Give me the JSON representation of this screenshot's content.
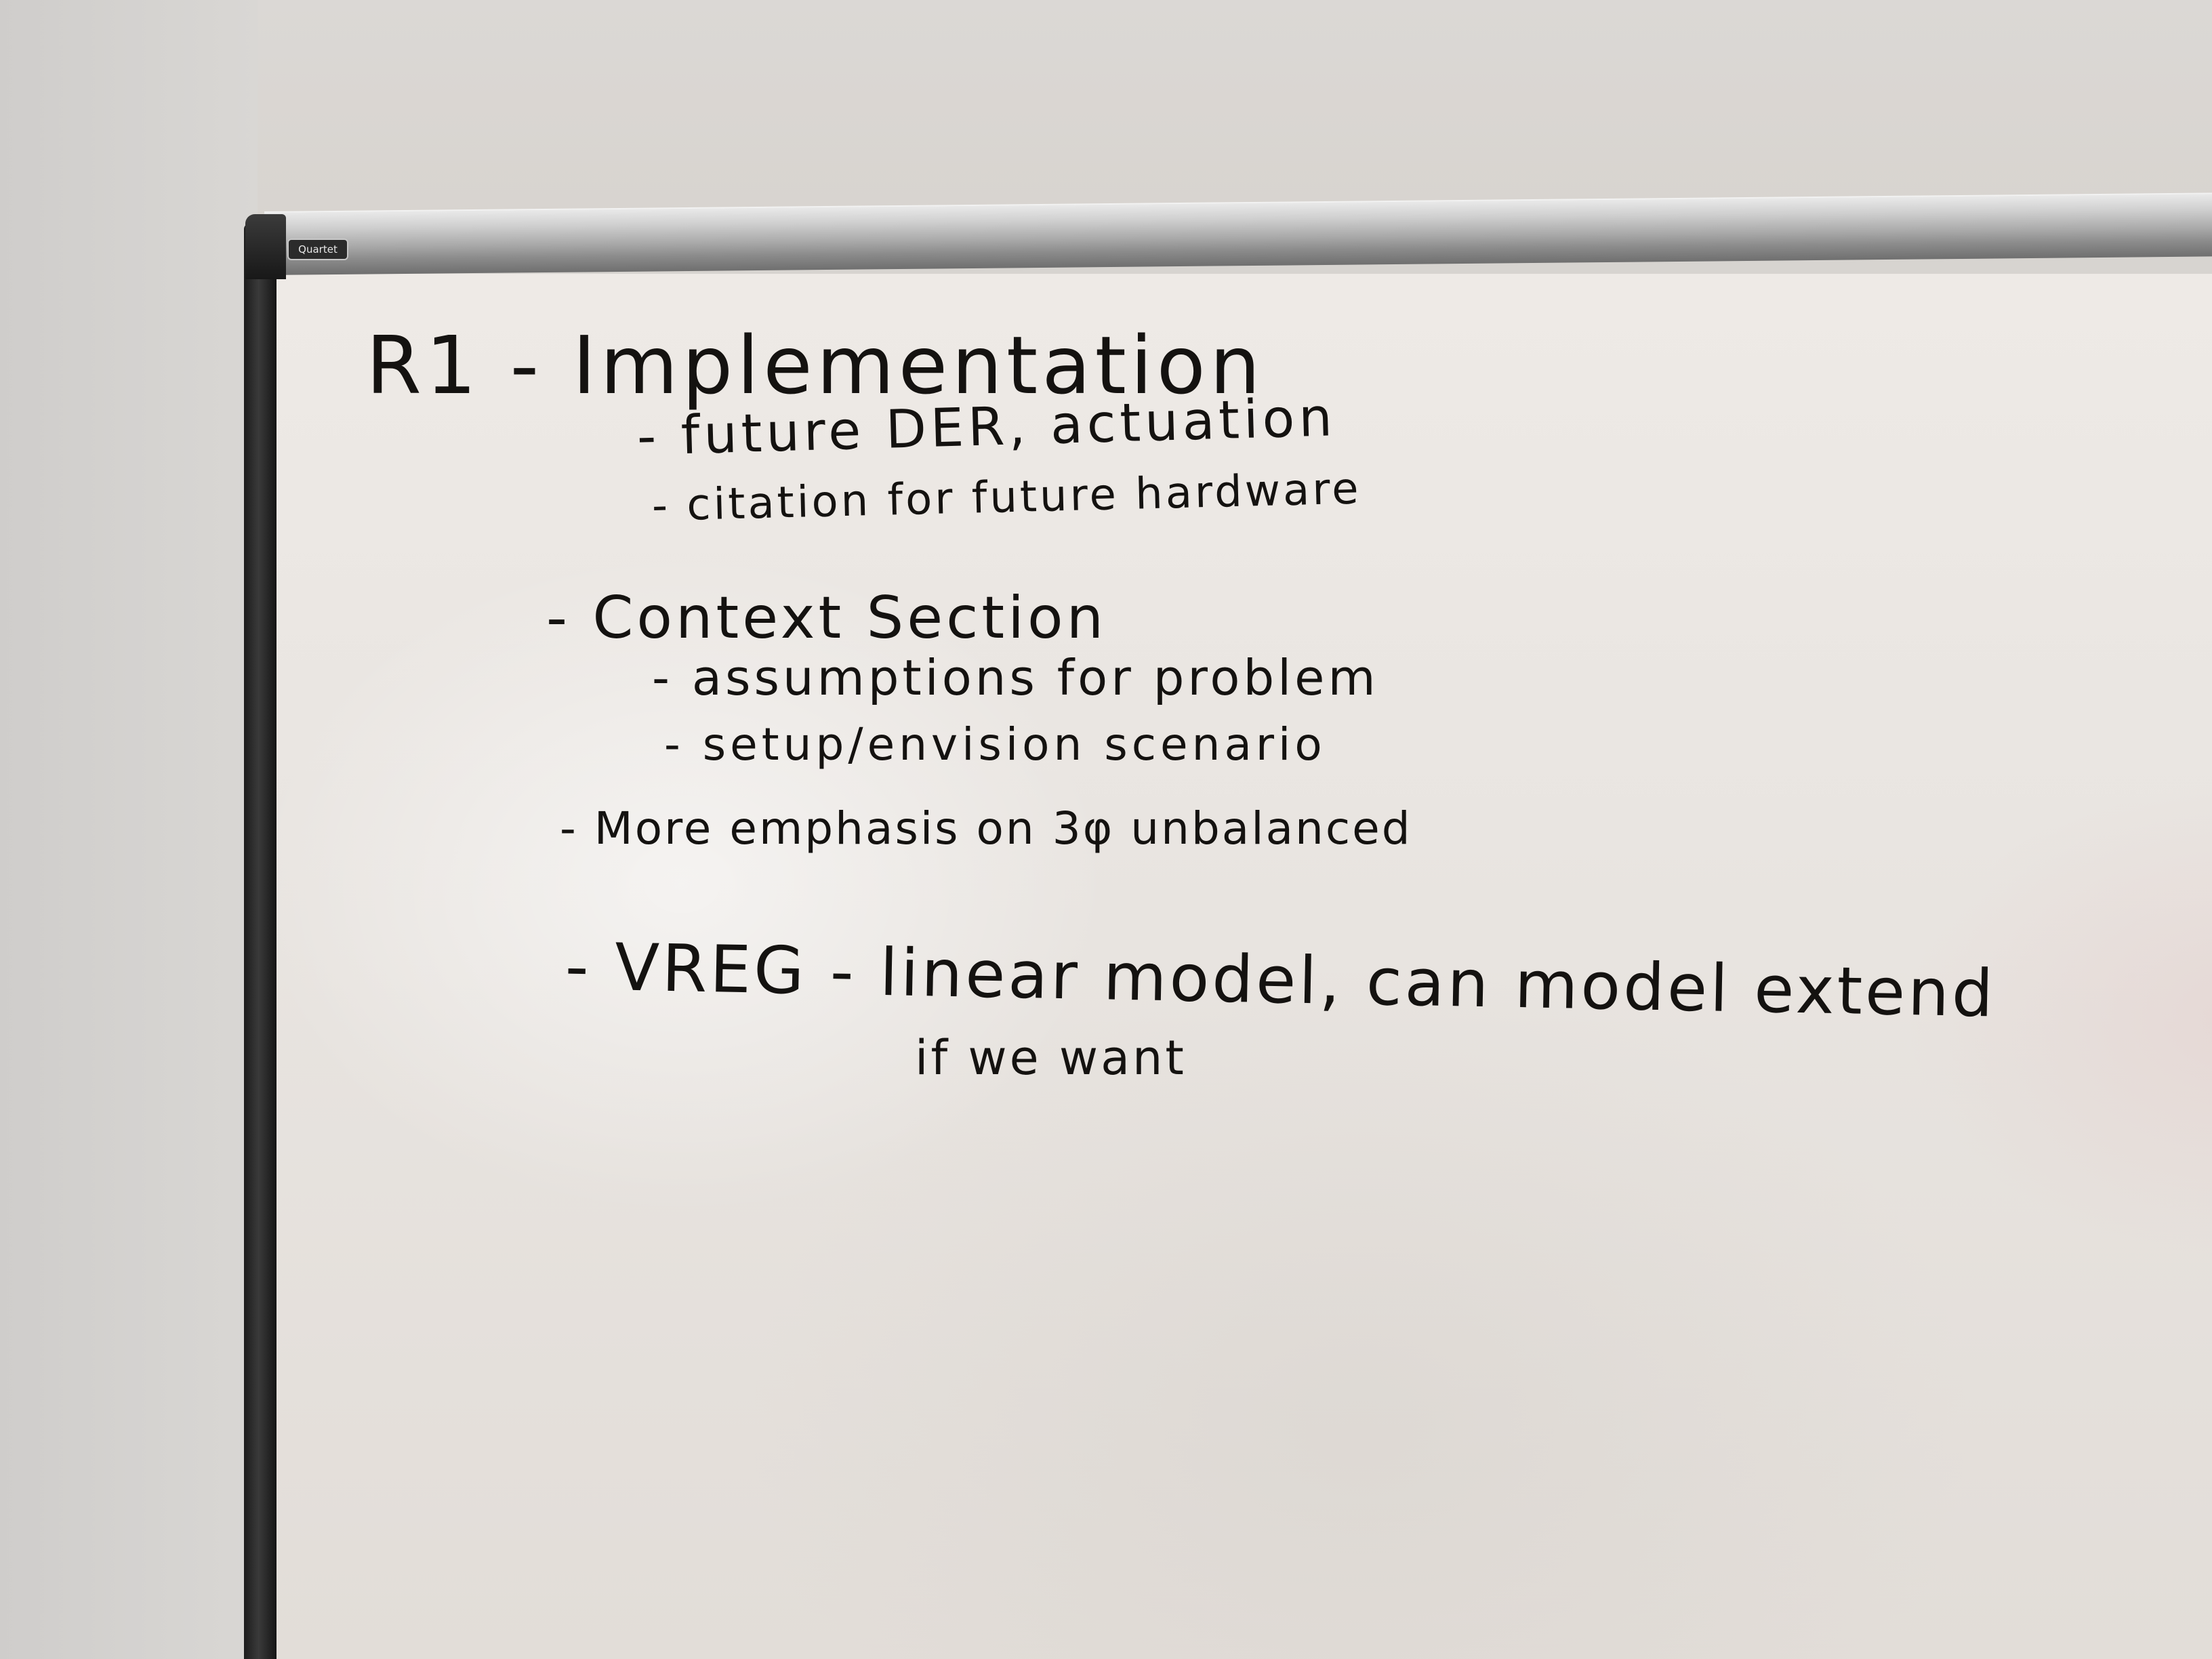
{
  "board": {
    "brand": "Quartet"
  },
  "notes": {
    "title": "R1 - Implementation",
    "sub_1a": "- future DER, actuation",
    "sub_1b": "- citation for future hardware",
    "item_2": "- Context Section",
    "sub_2a": "- assumptions for problem",
    "sub_2b": "- setup/envision scenario",
    "item_3": "- More emphasis on 3φ unbalanced",
    "item_4": "- VREG - linear model, can model extend",
    "item_4_cont": "if we want"
  },
  "colors": {
    "ink": "#141210",
    "board": "#eae6e2",
    "wall": "#d8d5d1",
    "frame": "#1c1c1c"
  }
}
